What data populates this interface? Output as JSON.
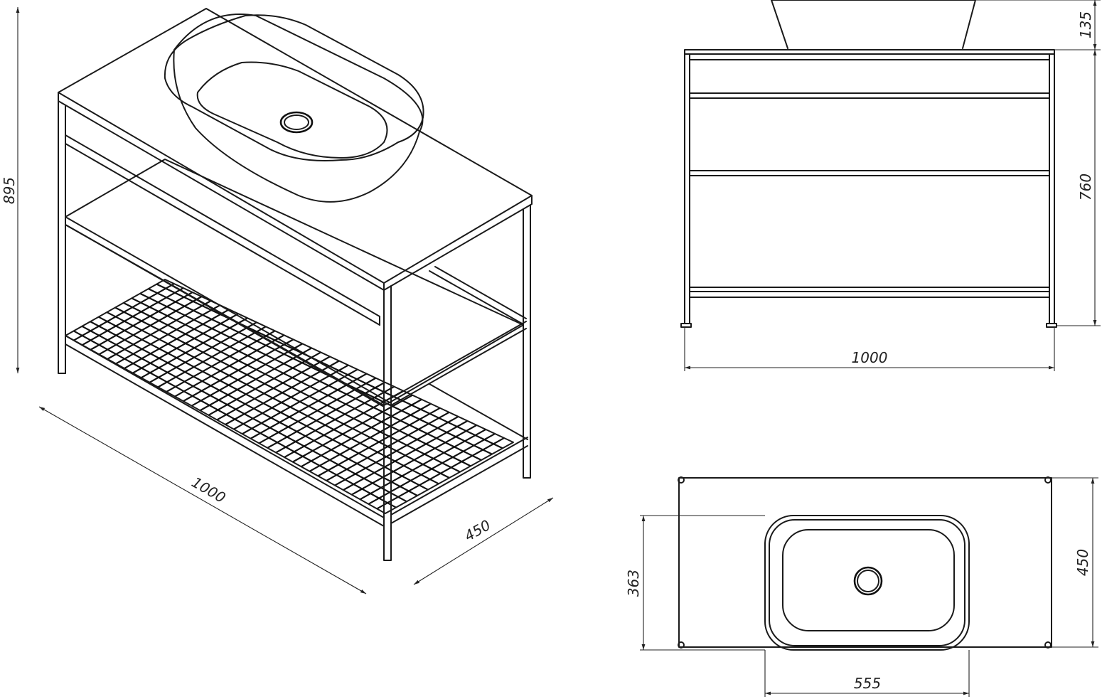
{
  "dimensions": {
    "iso_height": "895",
    "iso_width": "1000",
    "iso_depth": "450",
    "front_bowl_height": "135",
    "front_frame_height": "760",
    "front_width": "1000",
    "top_depth": "450",
    "top_bowl_depth": "363",
    "top_bowl_width": "555"
  },
  "colors": {
    "line": "#1a1a1a",
    "background": "#ffffff"
  }
}
